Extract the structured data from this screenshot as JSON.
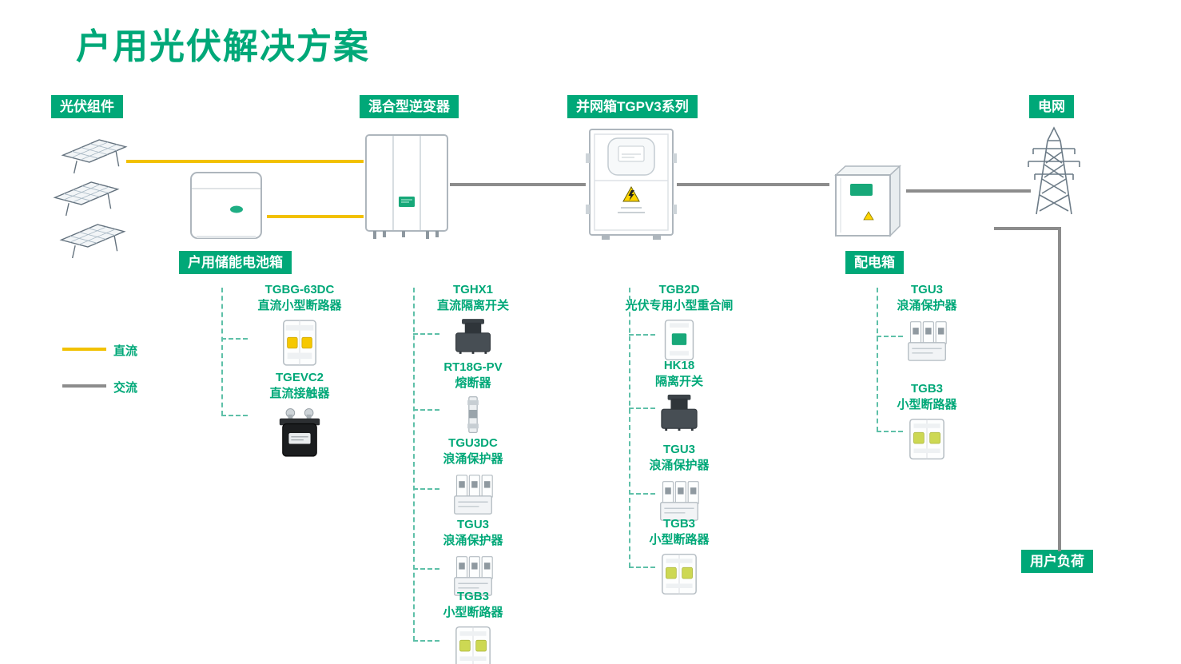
{
  "title": "户用光伏解决方案",
  "colors": {
    "green": "#00a878",
    "dc_yellow": "#f2c100",
    "ac_gray": "#8c8c8c",
    "dash_teal": "#5ec0a8"
  },
  "nodes": {
    "pv": {
      "label": "光伏组件"
    },
    "inverter": {
      "label": "混合型逆变器"
    },
    "grid_box": {
      "label": "并网箱TGPV3系列"
    },
    "grid": {
      "label": "电网"
    },
    "battery": {
      "label": "户用储能电池箱"
    },
    "dist_box": {
      "label": "配电箱"
    },
    "load": {
      "label": "用户负荷"
    }
  },
  "legend": {
    "dc_label": "直流",
    "ac_label": "交流"
  },
  "components": {
    "battery": [
      {
        "model": "TGBG-63DC",
        "name": "直流小型断路器"
      },
      {
        "model": "TGEVC2",
        "name": "直流接触器"
      }
    ],
    "inverter": [
      {
        "model": "TGHX1",
        "name": "直流隔离开关"
      },
      {
        "model": "RT18G-PV",
        "name": "熔断器"
      },
      {
        "model": "TGU3DC",
        "name": "浪涌保护器"
      },
      {
        "model": "TGU3",
        "name": "浪涌保护器"
      },
      {
        "model": "TGB3",
        "name": "小型断路器"
      }
    ],
    "grid_box": [
      {
        "model": "TGB2D",
        "name": "光伏专用小型重合闸"
      },
      {
        "model": "HK18",
        "name": "隔离开关"
      },
      {
        "model": "TGU3",
        "name": "浪涌保护器"
      },
      {
        "model": "TGB3",
        "name": "小型断路器"
      }
    ],
    "dist_box": [
      {
        "model": "TGU3",
        "name": "浪涌保护器"
      },
      {
        "model": "TGB3",
        "name": "小型断路器"
      }
    ]
  }
}
